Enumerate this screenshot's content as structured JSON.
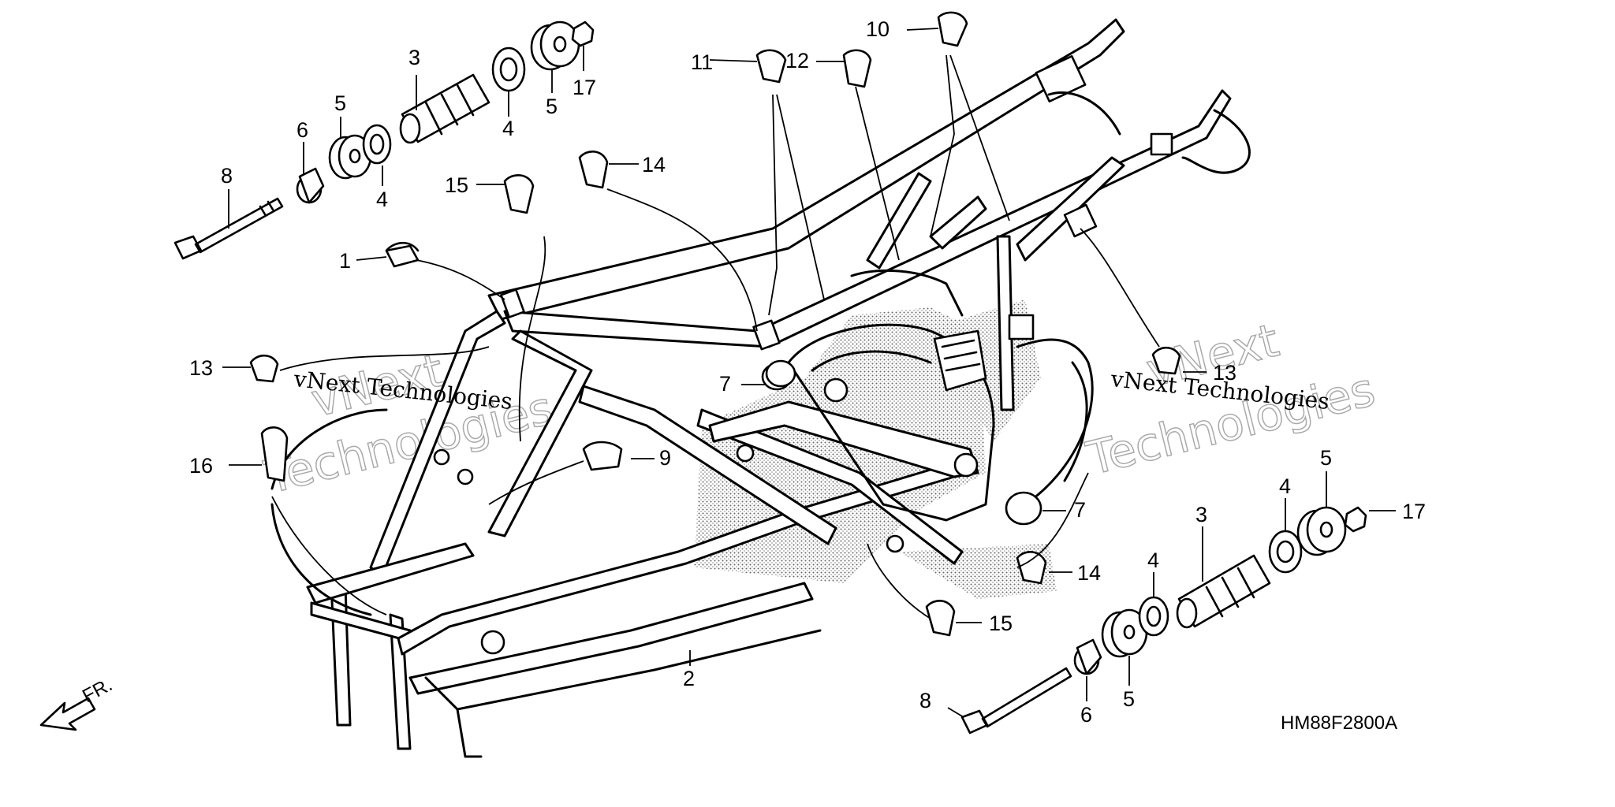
{
  "diagram_code": "HM88F2800A",
  "direction_label": "FR.",
  "watermark": {
    "line1": "vNext",
    "line2": "Technologies",
    "small": "vNext Technologies"
  },
  "callouts": {
    "c1": "1",
    "c2": "2",
    "c3a": "3",
    "c3b": "3",
    "c4a": "4",
    "c4b": "4",
    "c4c": "4",
    "c4d": "4",
    "c5a": "5",
    "c5b": "5",
    "c5c": "5",
    "c5d": "5",
    "c6a": "6",
    "c6b": "6",
    "c7a": "7",
    "c7b": "7",
    "c8a": "8",
    "c8b": "8",
    "c9": "9",
    "c10": "10",
    "c11": "11",
    "c12": "12",
    "c13a": "13",
    "c13b": "13",
    "c14a": "14",
    "c14b": "14",
    "c15a": "15",
    "c15b": "15",
    "c16": "16",
    "c17a": "17",
    "c17b": "17"
  }
}
